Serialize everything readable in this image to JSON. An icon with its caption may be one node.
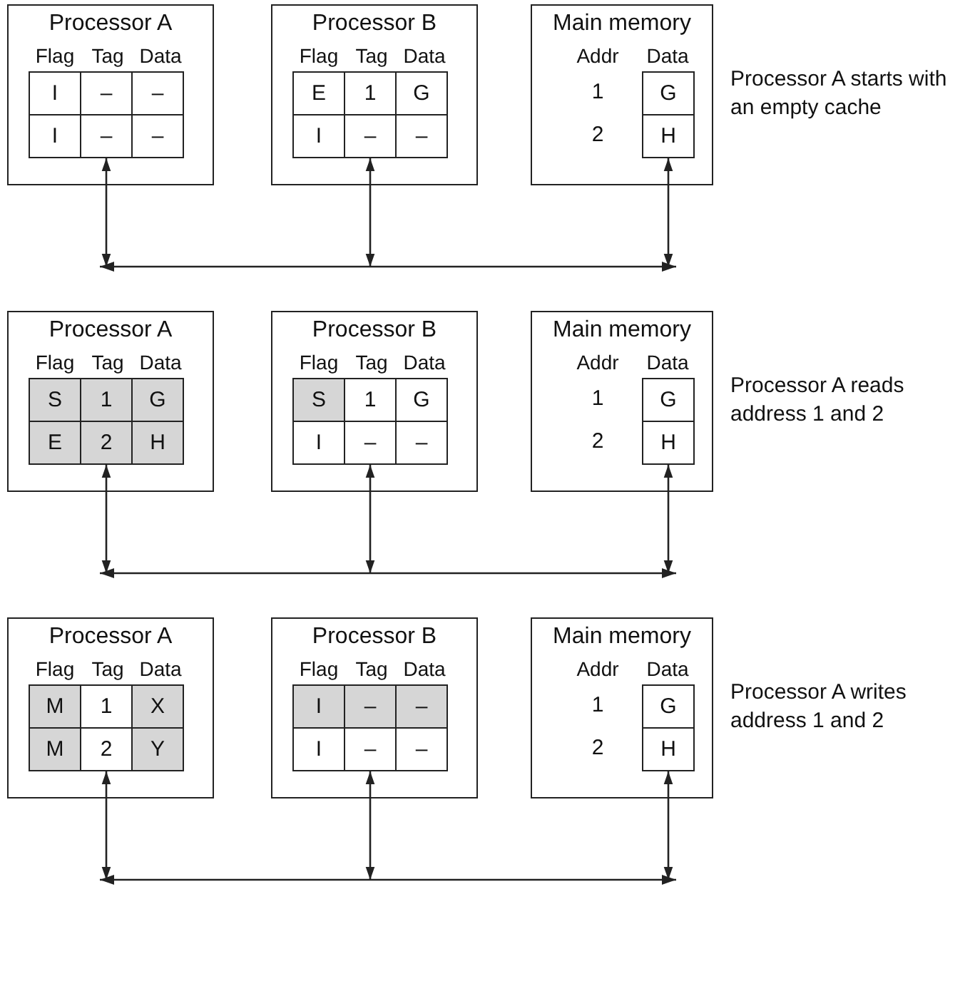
{
  "diagram": {
    "nodes": [
      {
        "text": [
          "Processor A",
          "Flag",
          "Tag",
          "Data"
        ]
      },
      {
        "text": [
          "I"
        ],
        "in": 0
      },
      {
        "text": [
          "–"
        ],
        "in": 0
      },
      {
        "text": [
          "–"
        ],
        "in": 0
      },
      {
        "text": [
          "I"
        ],
        "in": 0
      },
      {
        "text": [
          "–"
        ],
        "in": 0
      },
      {
        "text": [
          "–"
        ],
        "in": 0
      },
      {
        "text": [
          "Processor B",
          "Flag",
          "Tag",
          "Data"
        ]
      },
      {
        "text": [
          "E"
        ],
        "in": 7
      },
      {
        "text": [
          "1"
        ],
        "in": 7
      },
      {
        "text": [
          "G"
        ],
        "in": 7
      },
      {
        "text": [
          "I"
        ],
        "in": 7
      },
      {
        "text": [
          "–"
        ],
        "in": 7
      },
      {
        "text": [
          "–"
        ],
        "in": 7
      },
      {
        "text": [
          "Main memory",
          "Addr",
          "Data",
          "1",
          "2"
        ]
      },
      {
        "text": [
          "G"
        ],
        "in": 14
      },
      {
        "text": [
          "H"
        ],
        "in": 14
      },
      {
        "text": [],
        "shape": "bar"
      },
      {
        "text": [
          "Processor A",
          "Flag",
          "Tag",
          "Data"
        ]
      },
      {
        "text": [
          "S"
        ],
        "in": 18
      },
      {
        "text": [
          "1"
        ],
        "in": 18
      },
      {
        "text": [
          "G"
        ],
        "in": 18
      },
      {
        "text": [
          "E"
        ],
        "in": 18
      },
      {
        "text": [
          "2"
        ],
        "in": 18
      },
      {
        "text": [
          "H"
        ],
        "in": 18
      },
      {
        "text": [
          "Processor B",
          "Flag",
          "Tag",
          "Data"
        ]
      },
      {
        "text": [
          "S"
        ],
        "in": 25
      },
      {
        "text": [
          "1"
        ],
        "in": 25
      },
      {
        "text": [
          "G"
        ],
        "in": 25
      },
      {
        "text": [
          "I"
        ],
        "in": 25
      },
      {
        "text": [
          "–"
        ],
        "in": 25
      },
      {
        "text": [
          "–"
        ],
        "in": 25
      },
      {
        "text": [
          "Main memory",
          "Addr",
          "Data",
          "1",
          "2"
        ]
      },
      {
        "text": [
          "G"
        ],
        "in": 32
      },
      {
        "text": [
          "H"
        ],
        "in": 32
      },
      {
        "text": [],
        "shape": "bar"
      },
      {
        "text": [
          "Processor A",
          "Flag",
          "Tag",
          "Data"
        ]
      },
      {
        "text": [
          "M"
        ],
        "in": 36
      },
      {
        "text": [
          "1"
        ],
        "in": 36
      },
      {
        "text": [
          "X"
        ],
        "in": 36
      },
      {
        "text": [
          "M"
        ],
        "in": 36
      },
      {
        "text": [
          "2"
        ],
        "in": 36
      },
      {
        "text": [
          "Y"
        ],
        "in": 36
      },
      {
        "text": [
          "Processor B",
          "Flag",
          "Tag",
          "Data"
        ]
      },
      {
        "text": [
          "I"
        ],
        "in": 43
      },
      {
        "text": [
          "–"
        ],
        "in": 43
      },
      {
        "text": [
          "–"
        ],
        "in": 43
      },
      {
        "text": [
          "I"
        ],
        "in": 43
      },
      {
        "text": [
          "–"
        ],
        "in": 43
      },
      {
        "text": [
          "–"
        ],
        "in": 43
      },
      {
        "text": [
          "Main memory",
          "Addr",
          "Data",
          "1",
          "2"
        ]
      },
      {
        "text": [
          "G"
        ],
        "in": 50
      },
      {
        "text": [
          "H"
        ],
        "in": 50
      },
      {
        "text": [],
        "shape": "bar"
      }
    ],
    "edges": [
      {
        "from": 5,
        "to": 17,
        "arrow": "both"
      },
      {
        "from": 12,
        "to": 17,
        "arrow": "both"
      },
      {
        "from": 16,
        "to": 17,
        "arrow": "both"
      },
      {
        "from": 23,
        "to": 35,
        "arrow": "both"
      },
      {
        "from": 30,
        "to": 35,
        "arrow": "both"
      },
      {
        "from": 34,
        "to": 35,
        "arrow": "both"
      },
      {
        "from": 41,
        "to": 53,
        "arrow": "both"
      },
      {
        "from": 48,
        "to": 53,
        "arrow": "both"
      },
      {
        "from": 52,
        "to": 53,
        "arrow": "both"
      }
    ],
    "labels": [
      "Processor A starts with an empty cache",
      "Processor A reads address 1 and 2",
      "Processor A writes address 1 and 2"
    ]
  }
}
